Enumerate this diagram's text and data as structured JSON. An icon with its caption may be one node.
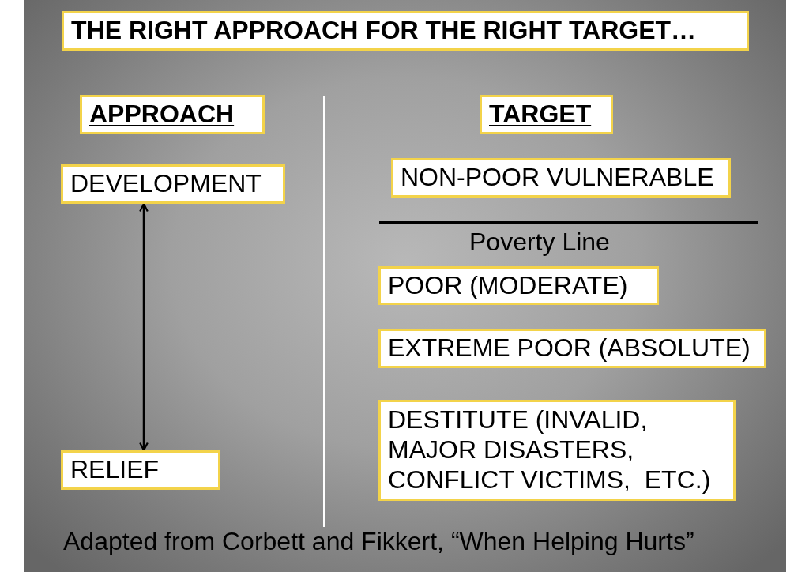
{
  "diagram": {
    "title": "THE RIGHT APPROACH FOR THE RIGHT TARGET…",
    "caption": "Adapted from Corbett and Fikkert, “When Helping Hurts”",
    "nodes": [
      {
        "text": [
          "APPROACH"
        ]
      },
      {
        "text": [
          "TARGET"
        ]
      },
      {
        "text": [
          "DEVELOPMENT"
        ]
      },
      {
        "text": [
          "NON-POOR VULNERABLE"
        ]
      },
      {
        "text": [
          "POOR (MODERATE)"
        ]
      },
      {
        "text": [
          "EXTREME POOR (ABSOLUTE)"
        ]
      },
      {
        "text": [
          "DESTITUTE (INVALID, MAJOR DISASTERS, CONFLICT VICTIMS,  ETC.)"
        ]
      },
      {
        "text": [
          "RELIEF"
        ]
      }
    ],
    "edges": [
      {
        "from": 2,
        "to": 7,
        "arrow": "both"
      }
    ],
    "labels": [
      "Poverty Line"
    ]
  }
}
